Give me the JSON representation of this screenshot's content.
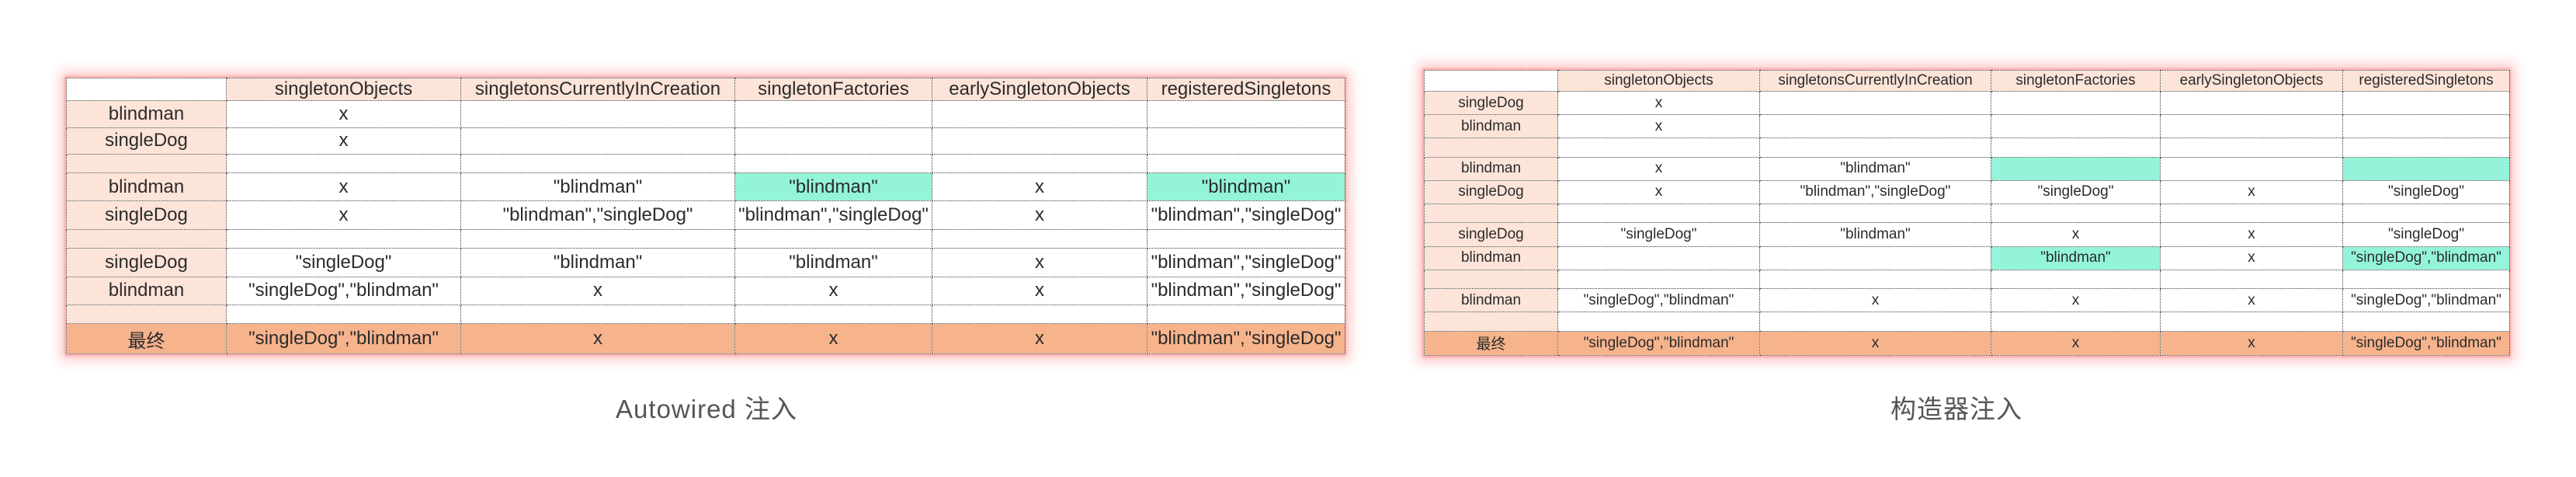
{
  "columns": [
    "singletonObjects",
    "singletonsCurrentlyInCreation",
    "singletonFactories",
    "earlySingletonObjects",
    "registeredSingletons"
  ],
  "colors": {
    "header": "#fde4d8",
    "final_row": "#f6b38c",
    "highlight": "#93f4da",
    "glow": "#ff5050"
  },
  "tables": [
    {
      "caption": "Autowired 注入",
      "rows": [
        {
          "label": "blindman",
          "cells": [
            "x",
            "",
            "",
            "",
            ""
          ],
          "hl": []
        },
        {
          "label": "singleDog",
          "cells": [
            "x",
            "",
            "",
            "",
            ""
          ],
          "hl": []
        },
        {
          "label": "",
          "cells": [
            "",
            "",
            "",
            "",
            ""
          ],
          "hl": []
        },
        {
          "label": "blindman",
          "cells": [
            "x",
            "\"blindman\"",
            "\"blindman\"",
            "x",
            "\"blindman\""
          ],
          "hl": [
            2,
            4
          ]
        },
        {
          "label": "singleDog",
          "cells": [
            "x",
            "\"blindman\",\"singleDog\"",
            "\"blindman\",\"singleDog\"",
            "x",
            "\"blindman\",\"singleDog\""
          ],
          "hl": []
        },
        {
          "label": "",
          "cells": [
            "",
            "",
            "",
            "",
            ""
          ],
          "hl": []
        },
        {
          "label": "singleDog",
          "cells": [
            "\"singleDog\"",
            "\"blindman\"",
            "\"blindman\"",
            "x",
            "\"blindman\",\"singleDog\""
          ],
          "hl": []
        },
        {
          "label": "blindman",
          "cells": [
            "\"singleDog\",\"blindman\"",
            "x",
            "x",
            "x",
            "\"blindman\",\"singleDog\""
          ],
          "hl": []
        },
        {
          "label": "",
          "cells": [
            "",
            "",
            "",
            "",
            ""
          ],
          "hl": []
        },
        {
          "label": "最终",
          "cells": [
            "\"singleDog\",\"blindman\"",
            "x",
            "x",
            "x",
            "\"blindman\",\"singleDog\""
          ],
          "hl": [],
          "final": true
        }
      ]
    },
    {
      "caption": "构造器注入",
      "rows": [
        {
          "label": "singleDog",
          "cells": [
            "x",
            "",
            "",
            "",
            ""
          ],
          "hl": []
        },
        {
          "label": "blindman",
          "cells": [
            "x",
            "",
            "",
            "",
            ""
          ],
          "hl": []
        },
        {
          "label": "",
          "cells": [
            "",
            "",
            "",
            "",
            ""
          ],
          "hl": []
        },
        {
          "label": "blindman",
          "cells": [
            "x",
            "\"blindman\"",
            "",
            "",
            ""
          ],
          "hl": [
            2,
            4
          ]
        },
        {
          "label": "singleDog",
          "cells": [
            "x",
            "\"blindman\",\"singleDog\"",
            "\"singleDog\"",
            "x",
            "\"singleDog\""
          ],
          "hl": []
        },
        {
          "label": "",
          "cells": [
            "",
            "",
            "",
            "",
            ""
          ],
          "hl": []
        },
        {
          "label": "singleDog",
          "cells": [
            "\"singleDog\"",
            "\"blindman\"",
            "x",
            "x",
            "\"singleDog\""
          ],
          "hl": []
        },
        {
          "label": "blindman",
          "cells": [
            "",
            "",
            "\"blindman\"",
            "x",
            "\"singleDog\",\"blindman\""
          ],
          "hl": [
            2,
            4
          ]
        },
        {
          "label": "",
          "cells": [
            "",
            "",
            "",
            "",
            ""
          ],
          "hl": []
        },
        {
          "label": "blindman",
          "cells": [
            "\"singleDog\",\"blindman\"",
            "x",
            "x",
            "x",
            "\"singleDog\",\"blindman\""
          ],
          "hl": []
        },
        {
          "label": "",
          "cells": [
            "",
            "",
            "",
            "",
            ""
          ],
          "hl": []
        },
        {
          "label": "最终",
          "cells": [
            "\"singleDog\",\"blindman\"",
            "x",
            "x",
            "x",
            "\"singleDog\",\"blindman\""
          ],
          "hl": [],
          "final": true
        }
      ]
    }
  ]
}
